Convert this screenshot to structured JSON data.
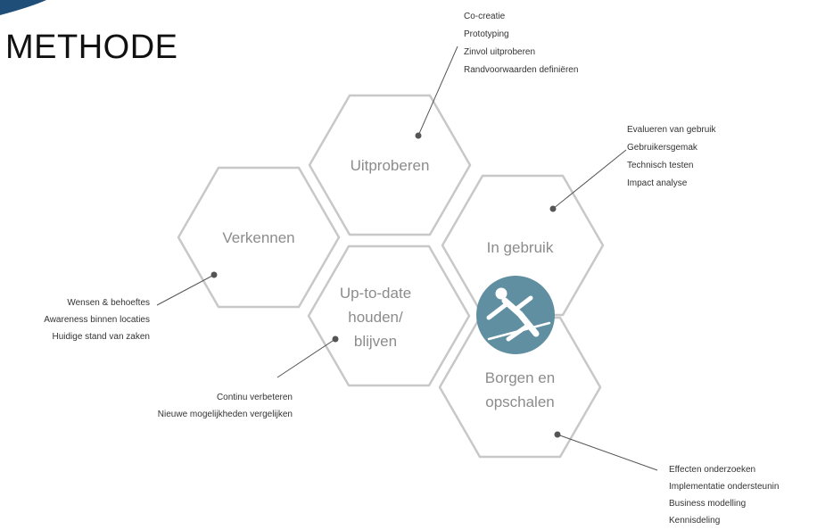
{
  "title": "METHODE",
  "colors": {
    "corner_accent": "#1f4e79",
    "hex_stroke": "#c8c8c8",
    "hex_label": "#8c8c8c",
    "icon_circle": "#5f8fa0",
    "connector": "#555555"
  },
  "hexagons": {
    "uitproberen": [
      "Uitproberen"
    ],
    "verkennen": [
      "Verkennen"
    ],
    "in_gebruik": [
      "In gebruik"
    ],
    "up_to_date": [
      "Up-to-date",
      "houden/",
      "blijven"
    ],
    "borgen": [
      "Borgen en",
      "opschalen"
    ]
  },
  "notes": {
    "uitproberen": [
      "Co-creatie",
      "Prototyping",
      "Zinvol uitproberen",
      "Randvoorwaarden definiëren"
    ],
    "in_gebruik": [
      "Evalueren van gebruik",
      "Gebruikersgemak",
      "Technisch testen",
      "Impact analyse"
    ],
    "verkennen": [
      "Wensen & behoeftes",
      "Awareness binnen locaties",
      "Huidige stand van zaken"
    ],
    "up_to_date": [
      "Continu   verbeteren",
      "Nieuwe mogelijkheden vergelijken"
    ],
    "borgen": [
      "Effecten onderzoeken",
      "Implementatie ondersteunin",
      "Business modelling",
      "Kennisdeling"
    ]
  },
  "icon": "falling-person-icon"
}
